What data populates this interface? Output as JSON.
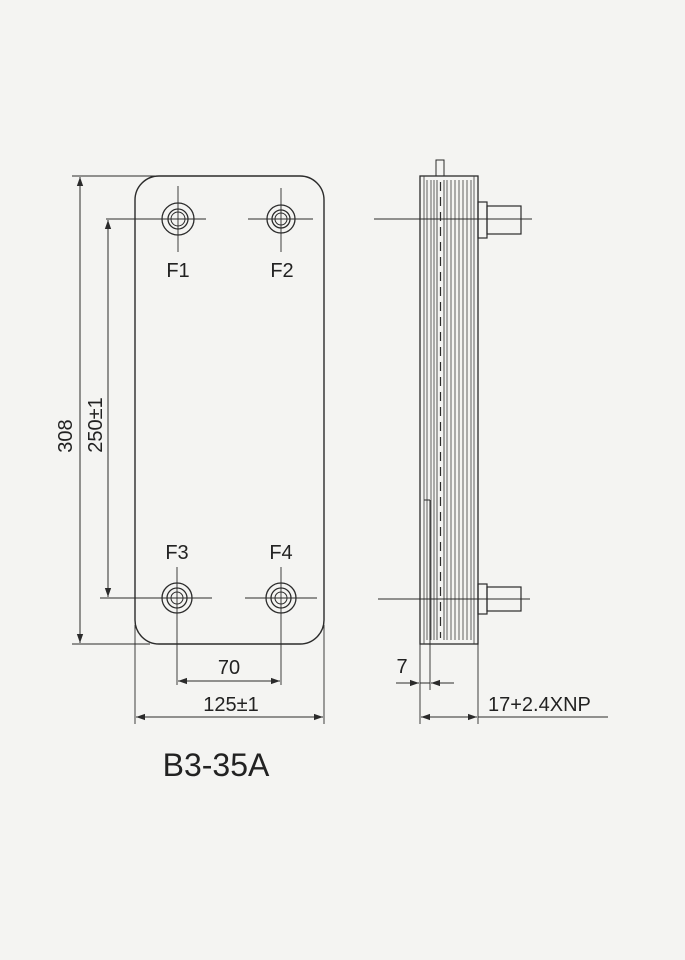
{
  "diagram": {
    "model": "B3-35A",
    "ports": {
      "f1": "F1",
      "f2": "F2",
      "f3": "F3",
      "f4": "F4"
    },
    "dimensions": {
      "overall_height": "308",
      "port_spacing_vertical": "250±1",
      "port_spacing_horizontal": "70",
      "overall_width": "125±1",
      "connection_length": "7",
      "pack_thickness": "17+2.4XNP"
    }
  }
}
